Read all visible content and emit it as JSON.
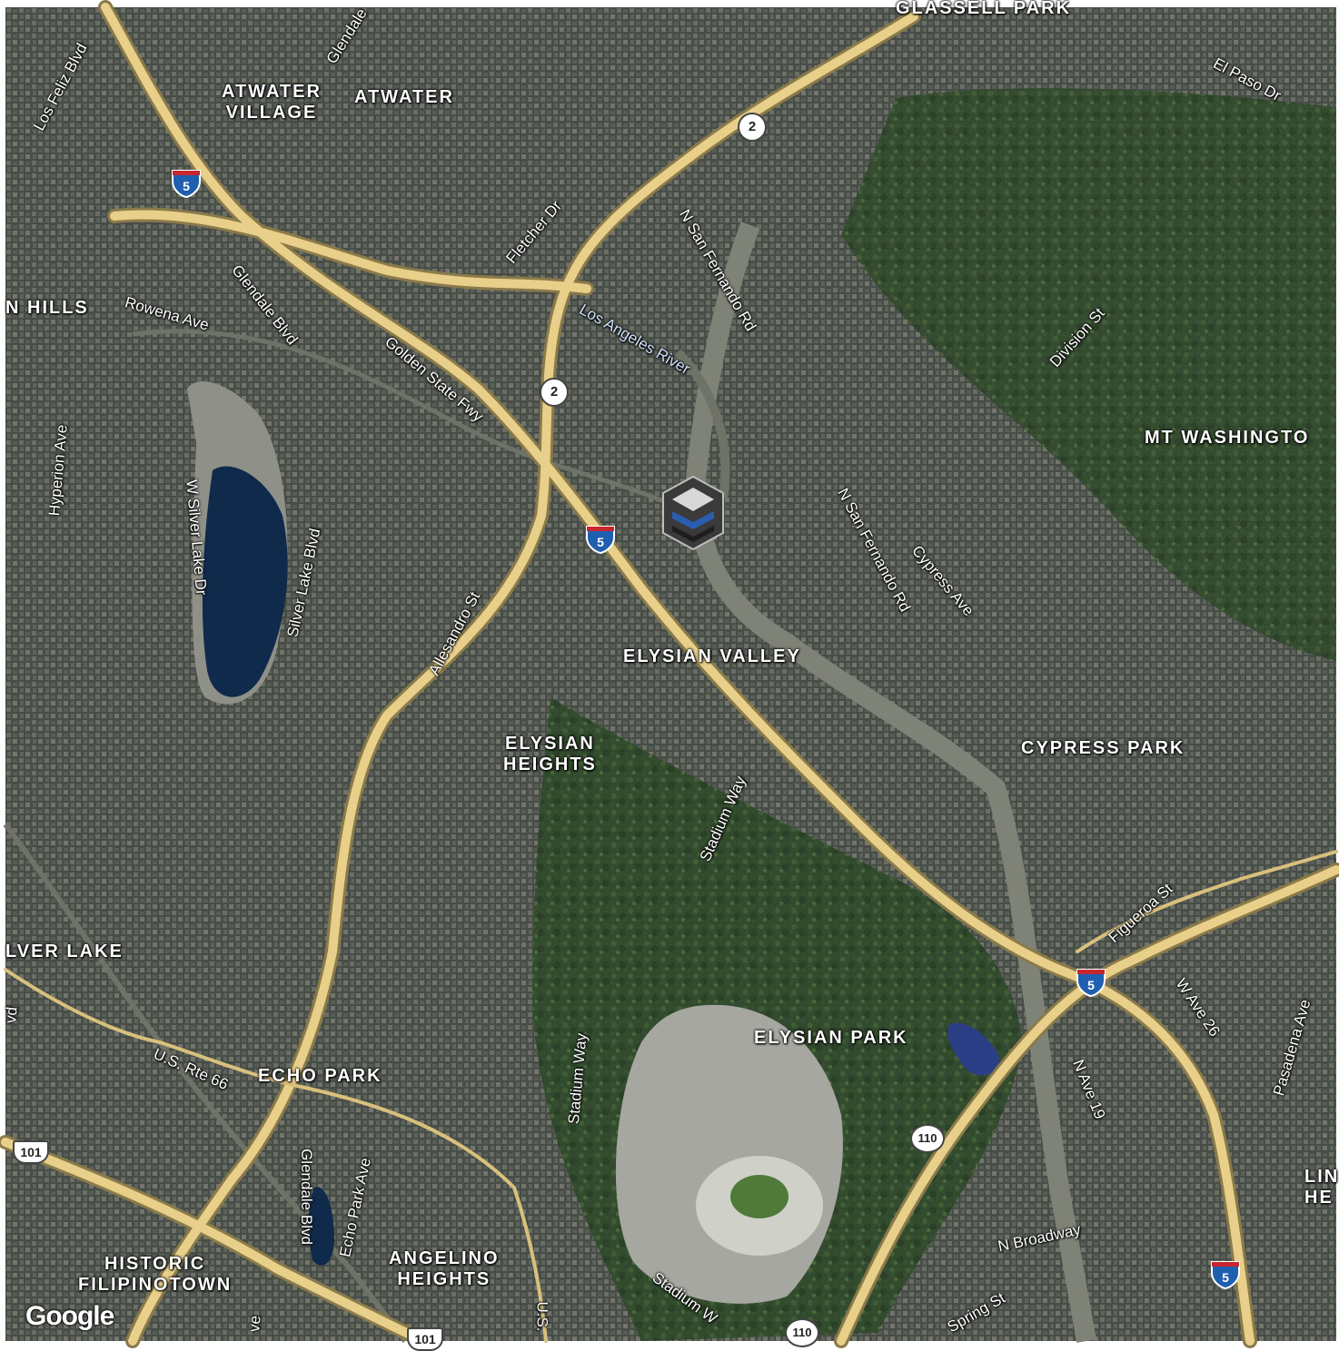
{
  "map": {
    "neighborhoods": [
      {
        "key": "atwater_village",
        "text": "ATWATER\nVILLAGE"
      },
      {
        "key": "atwater",
        "text": "ATWATER"
      },
      {
        "key": "n_hills",
        "text": "N HILLS"
      },
      {
        "key": "mt_washington",
        "text": "MT WASHINGTO"
      },
      {
        "key": "elysian_valley",
        "text": "ELYSIAN VALLEY"
      },
      {
        "key": "elysian_heights",
        "text": "ELYSIAN\nHEIGHTS"
      },
      {
        "key": "cypress_park",
        "text": "CYPRESS PARK"
      },
      {
        "key": "silver_lake",
        "text": "LVER LAKE"
      },
      {
        "key": "elysian_park",
        "text": "ELYSIAN PARK"
      },
      {
        "key": "echo_park",
        "text": "ECHO PARK"
      },
      {
        "key": "historic_filipinotown",
        "text": "HISTORIC\nFILIPINOTOWN"
      },
      {
        "key": "angelino_heights",
        "text": "ANGELINO\nHEIGHTS"
      },
      {
        "key": "glassell_park",
        "text": "GLASSELL PARK"
      },
      {
        "key": "lincoln_heights",
        "text": "LIN\nHE"
      }
    ],
    "streets": [
      {
        "key": "los_feliz_blvd",
        "text": "Los Feliz Blvd"
      },
      {
        "key": "glendale_top",
        "text": "Glendale"
      },
      {
        "key": "el_paso_dr",
        "text": "El Paso Dr"
      },
      {
        "key": "fletcher_dr",
        "text": "Fletcher Dr"
      },
      {
        "key": "n_san_fernando_rd_1",
        "text": "N San Fernando Rd"
      },
      {
        "key": "rowena_ave",
        "text": "Rowena Ave"
      },
      {
        "key": "glendale_blvd_1",
        "text": "Glendale Blvd"
      },
      {
        "key": "golden_state_fwy",
        "text": "Golden State Fwy"
      },
      {
        "key": "los_angeles_river",
        "text": "Los Angeles River"
      },
      {
        "key": "division_st",
        "text": "Division St"
      },
      {
        "key": "hyperion_ave",
        "text": "Hyperion Ave"
      },
      {
        "key": "w_silver_lake_dr",
        "text": "W Silver Lake Dr"
      },
      {
        "key": "silver_lake_blvd",
        "text": "Silver Lake Blvd"
      },
      {
        "key": "n_san_fernando_rd_2",
        "text": "N San Fernando Rd"
      },
      {
        "key": "cypress_ave",
        "text": "Cypress Ave"
      },
      {
        "key": "allesandro_st",
        "text": "Allesandro St"
      },
      {
        "key": "stadium_way_1",
        "text": "Stadium Way"
      },
      {
        "key": "figueroa_st",
        "text": "Figueroa St"
      },
      {
        "key": "w_ave_26",
        "text": "W Ave 26"
      },
      {
        "key": "pasadena_ave",
        "text": "Pasadena Ave"
      },
      {
        "key": "us_rte_66",
        "text": "U.S. Rte 66"
      },
      {
        "key": "stadium_way_2",
        "text": "Stadium Way"
      },
      {
        "key": "n_ave_19",
        "text": "N Ave 19"
      },
      {
        "key": "glendale_blvd_2",
        "text": "Glendale Blvd"
      },
      {
        "key": "echo_park_ave",
        "text": "Echo Park Ave"
      },
      {
        "key": "n_broadway",
        "text": "N Broadway"
      },
      {
        "key": "stadium_way_3",
        "text": "Stadium W"
      },
      {
        "key": "spring_st",
        "text": "Spring St"
      },
      {
        "key": "us_bottom",
        "text": "U.S."
      },
      {
        "key": "vd_left",
        "text": "vd"
      },
      {
        "key": "ve_bottom",
        "text": "ve"
      }
    ],
    "shields": {
      "interstate": [
        {
          "key": "i5_a",
          "number": "5"
        },
        {
          "key": "i5_b",
          "number": "5"
        },
        {
          "key": "i5_c",
          "number": "5"
        },
        {
          "key": "i5_d",
          "number": "5"
        }
      ],
      "state": [
        {
          "key": "sr2_a",
          "number": "2"
        },
        {
          "key": "sr2_b",
          "number": "2"
        },
        {
          "key": "sr110_a",
          "number": "110"
        },
        {
          "key": "sr110_b",
          "number": "110"
        }
      ],
      "us": [
        {
          "key": "us101_a",
          "number": "101"
        },
        {
          "key": "us101_b",
          "number": "101"
        }
      ]
    },
    "attribution": "Google",
    "marker_icon": "layered-stack-logo-icon",
    "colors": {
      "freeway": "#e8cf8a",
      "freeway_edge": "#8a7a4a",
      "water": "#0f2a4a",
      "interstate_blue": "#1f5fb0",
      "interstate_red": "#c8262e",
      "marker_blue": "#2a5db0"
    }
  }
}
